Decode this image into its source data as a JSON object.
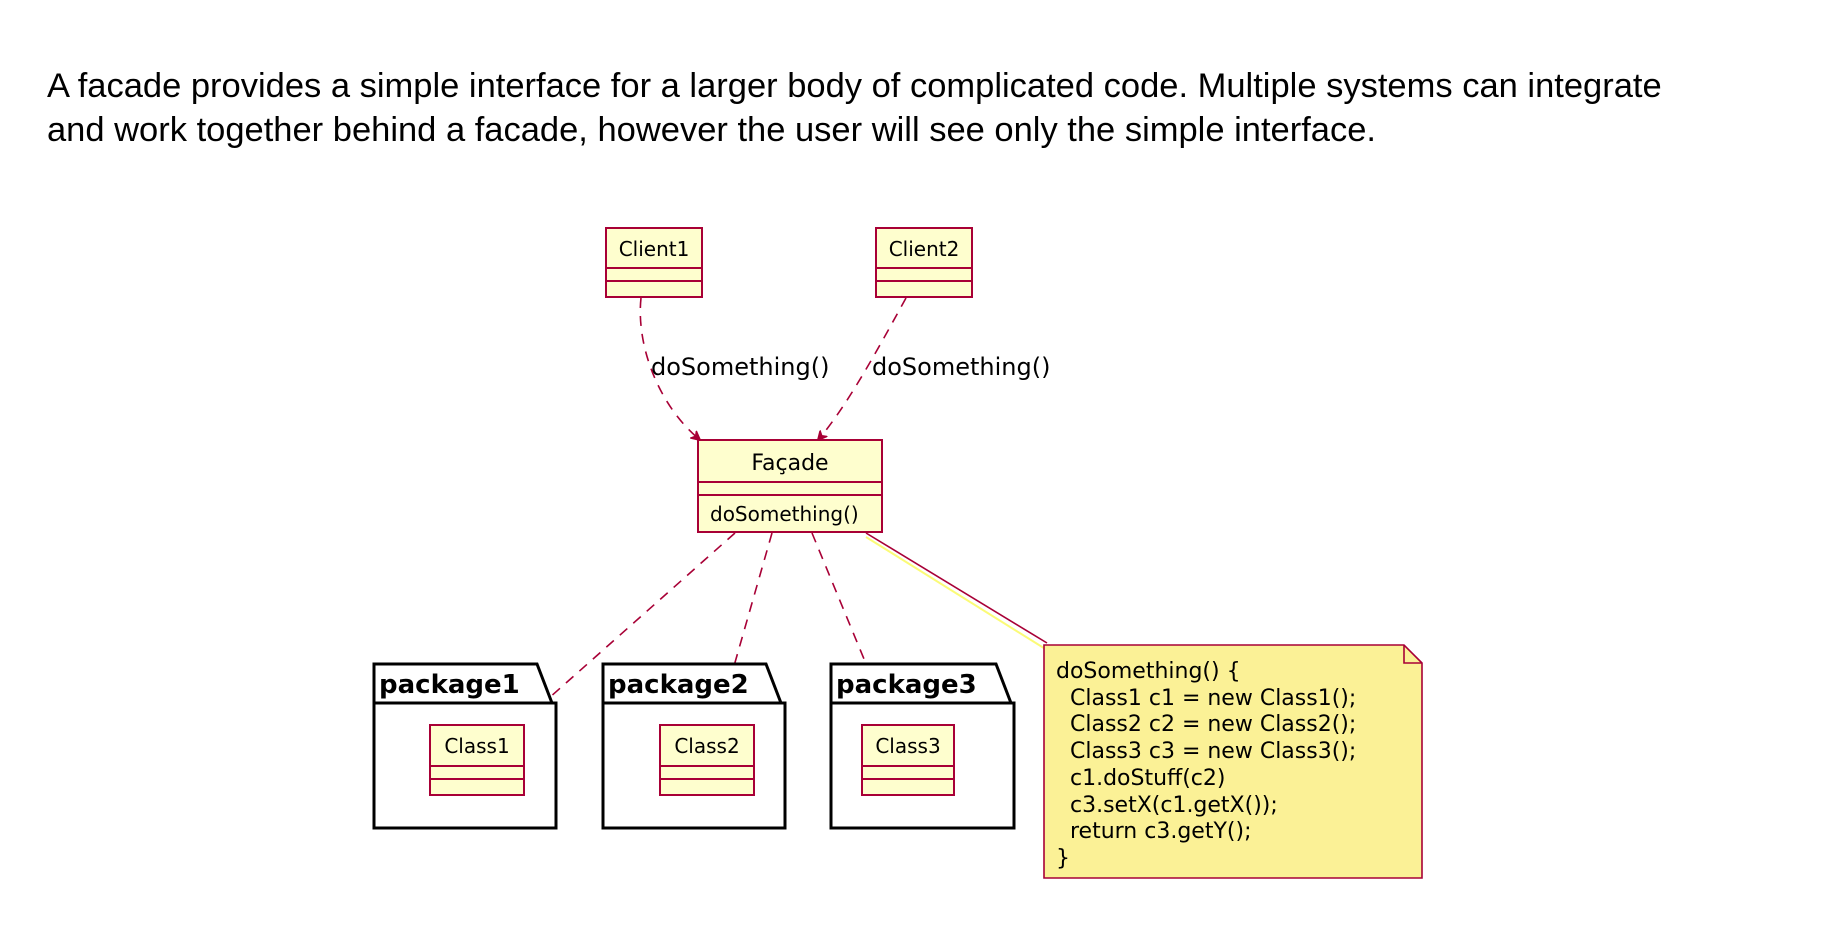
{
  "description": {
    "line1": "A facade provides a simple interface for a larger body of complicated code. Multiple systems can integrate",
    "line2": "and work together behind a facade, however the user will see only the simple interface."
  },
  "diagram": {
    "client1": "Client1",
    "client2": "Client2",
    "edge_label_1": "doSomething()",
    "edge_label_2": "doSomething()",
    "facade": {
      "name": "Façade",
      "method": "doSomething()"
    },
    "packages": [
      {
        "name": "package1",
        "class_name": "Class1"
      },
      {
        "name": "package2",
        "class_name": "Class2"
      },
      {
        "name": "package3",
        "class_name": "Class3"
      }
    ],
    "note": {
      "lines": [
        "doSomething() {",
        "  Class1 c1 = new Class1();",
        "  Class2 c2 = new Class2();",
        "  Class3 c3 = new Class3();",
        "  c1.doStuff(c2)",
        "  c3.setX(c1.getX());",
        "  return c3.getY();",
        "}"
      ]
    },
    "colors": {
      "class_fill": "#FEFECE",
      "class_border": "#A80036",
      "note_fill": "#FBFB77",
      "note_border": "#A80036",
      "package_border": "#000000"
    }
  }
}
